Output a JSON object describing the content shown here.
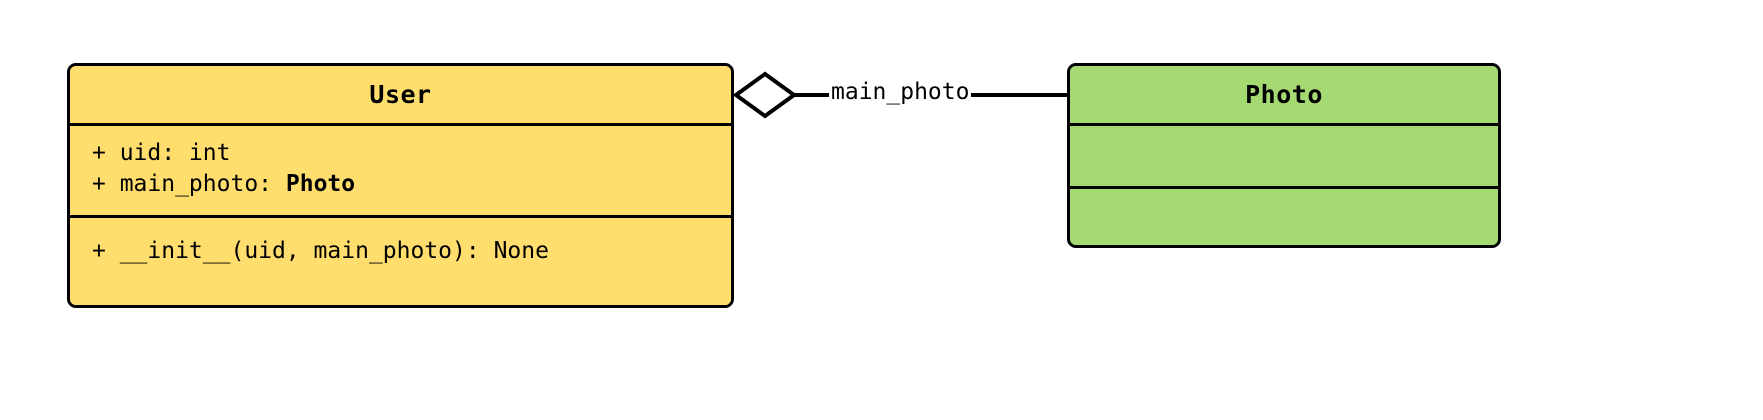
{
  "diagram": {
    "type": "uml-class-diagram",
    "background_color": "#ffffff",
    "border_color": "#000000"
  },
  "classes": [
    {
      "name": "User",
      "fill_color": "#FFDE6E",
      "attributes": [
        {
          "visibility": "+",
          "text": "+ uid: int",
          "prefix": "+ uid: int",
          "type_ref": ""
        },
        {
          "visibility": "+",
          "text": "+ main_photo: Photo",
          "prefix": "+ main_photo: ",
          "type_ref": "Photo"
        }
      ],
      "methods": [
        {
          "visibility": "+",
          "text": "+ __init__(uid, main_photo): None"
        }
      ]
    },
    {
      "name": "Photo",
      "fill_color": "#A5D972",
      "attributes": [],
      "methods": []
    }
  ],
  "relationship": {
    "kind": "aggregation",
    "label": "main_photo",
    "source": "User",
    "target": "Photo",
    "diamond": "hollow"
  }
}
